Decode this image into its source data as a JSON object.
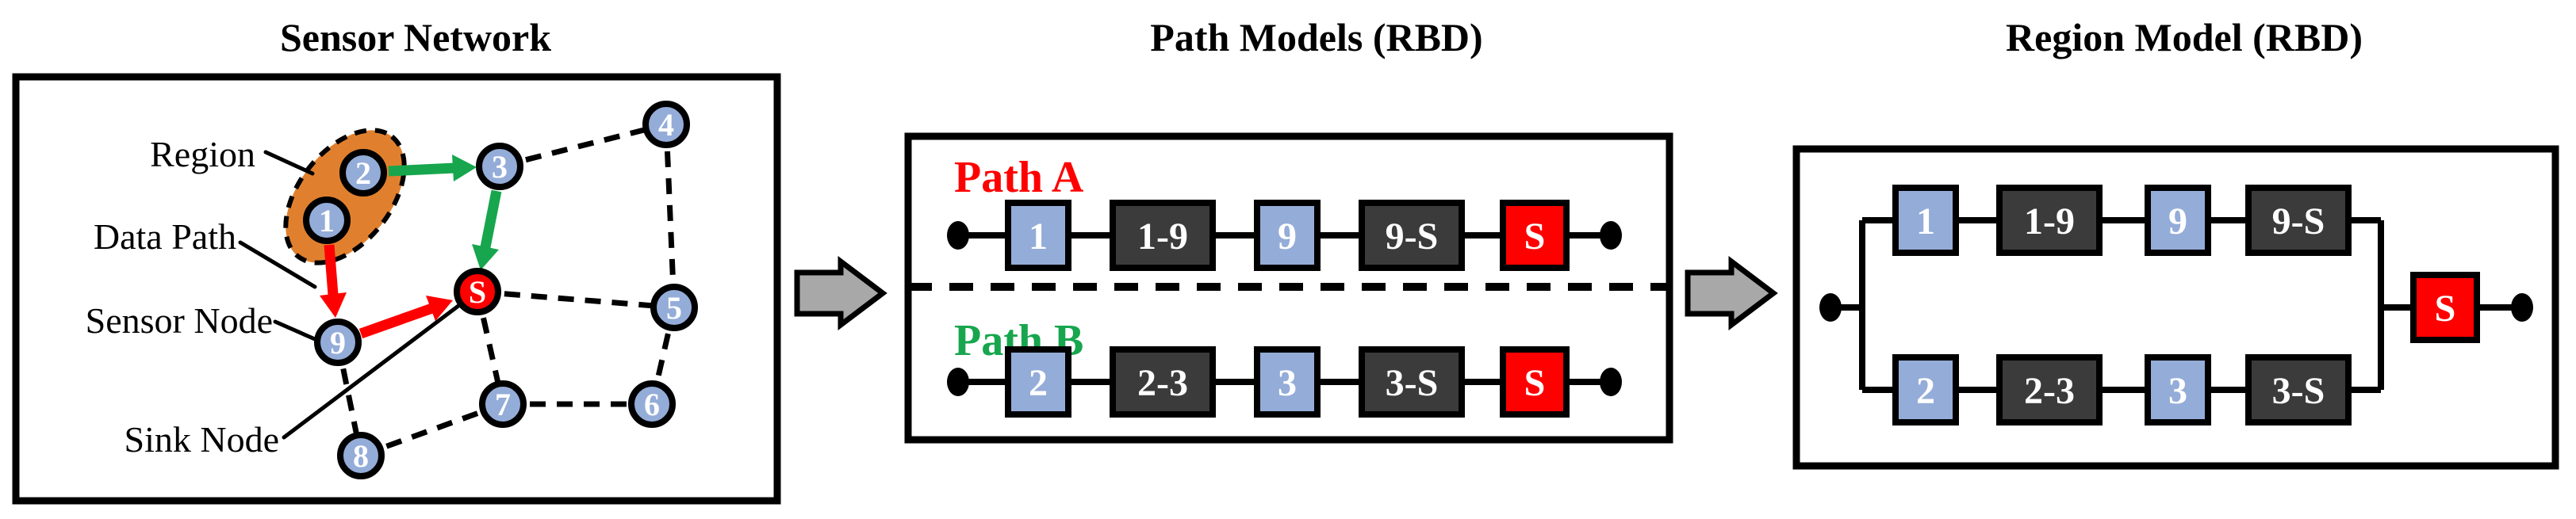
{
  "sensor_network": {
    "title": "Sensor Network",
    "legend": {
      "region": "Region",
      "data_path": "Data Path",
      "sensor_node": "Sensor Node",
      "sink_node": "Sink Node"
    },
    "nodes": [
      {
        "label": "1",
        "type": "sensor"
      },
      {
        "label": "2",
        "type": "sensor"
      },
      {
        "label": "3",
        "type": "sensor"
      },
      {
        "label": "4",
        "type": "sensor"
      },
      {
        "label": "5",
        "type": "sensor"
      },
      {
        "label": "6",
        "type": "sensor"
      },
      {
        "label": "7",
        "type": "sensor"
      },
      {
        "label": "8",
        "type": "sensor"
      },
      {
        "label": "9",
        "type": "sensor"
      },
      {
        "label": "S",
        "type": "sink"
      }
    ],
    "dashed_links": [
      "3-4",
      "4-5",
      "S-5",
      "5-6",
      "7-6",
      "7-8",
      "S-7",
      "9-8"
    ],
    "path_a_links": [
      "1-9",
      "9-S"
    ],
    "path_b_links": [
      "2-3",
      "3-S"
    ]
  },
  "path_models": {
    "title": "Path Models (RBD)",
    "path_a": {
      "label": "Path A",
      "blocks": [
        "1",
        "1-9",
        "9",
        "9-S",
        "S"
      ]
    },
    "path_b": {
      "label": "Path B",
      "blocks": [
        "2",
        "2-3",
        "3",
        "3-S",
        "S"
      ]
    }
  },
  "region_model": {
    "title": "Region Model (RBD)",
    "top_branch": [
      "1",
      "1-9",
      "9",
      "9-S"
    ],
    "bottom_branch": [
      "2",
      "2-3",
      "3",
      "3-S"
    ],
    "sink": "S"
  },
  "colors": {
    "sensor_node_fill": "#94ACD8",
    "sink_red": "#FF0000",
    "region_orange": "#E0802E",
    "path_a_red": "#FF0000",
    "path_b_green": "#17A64D",
    "block_dark": "#3B3B3B",
    "connector_gray": "#A8A8A8"
  }
}
